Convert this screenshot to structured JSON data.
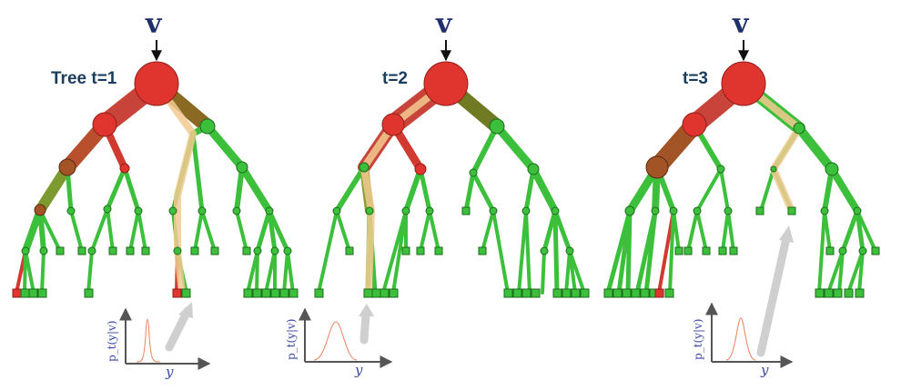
{
  "input_symbol": "v",
  "density_label": "p_t(y|v)",
  "output_label": "y",
  "colors": {
    "leaf_fill": "#3cc03c",
    "leaf_edge": "#1c6a1c",
    "red_node": "#e0352f",
    "brown_node": "#a25426",
    "path_glow": "#f2c98f",
    "arrow_gray": "#cfcfcf",
    "axis_gray": "#555555",
    "density_curve": "#e9825e"
  },
  "trees": [
    {
      "title": "Tree t=1",
      "selected_leaf": "left-middle"
    },
    {
      "title": "t=2",
      "selected_leaf": "left-middle"
    },
    {
      "title": "t=3",
      "selected_leaf": "right-upper"
    }
  ]
}
